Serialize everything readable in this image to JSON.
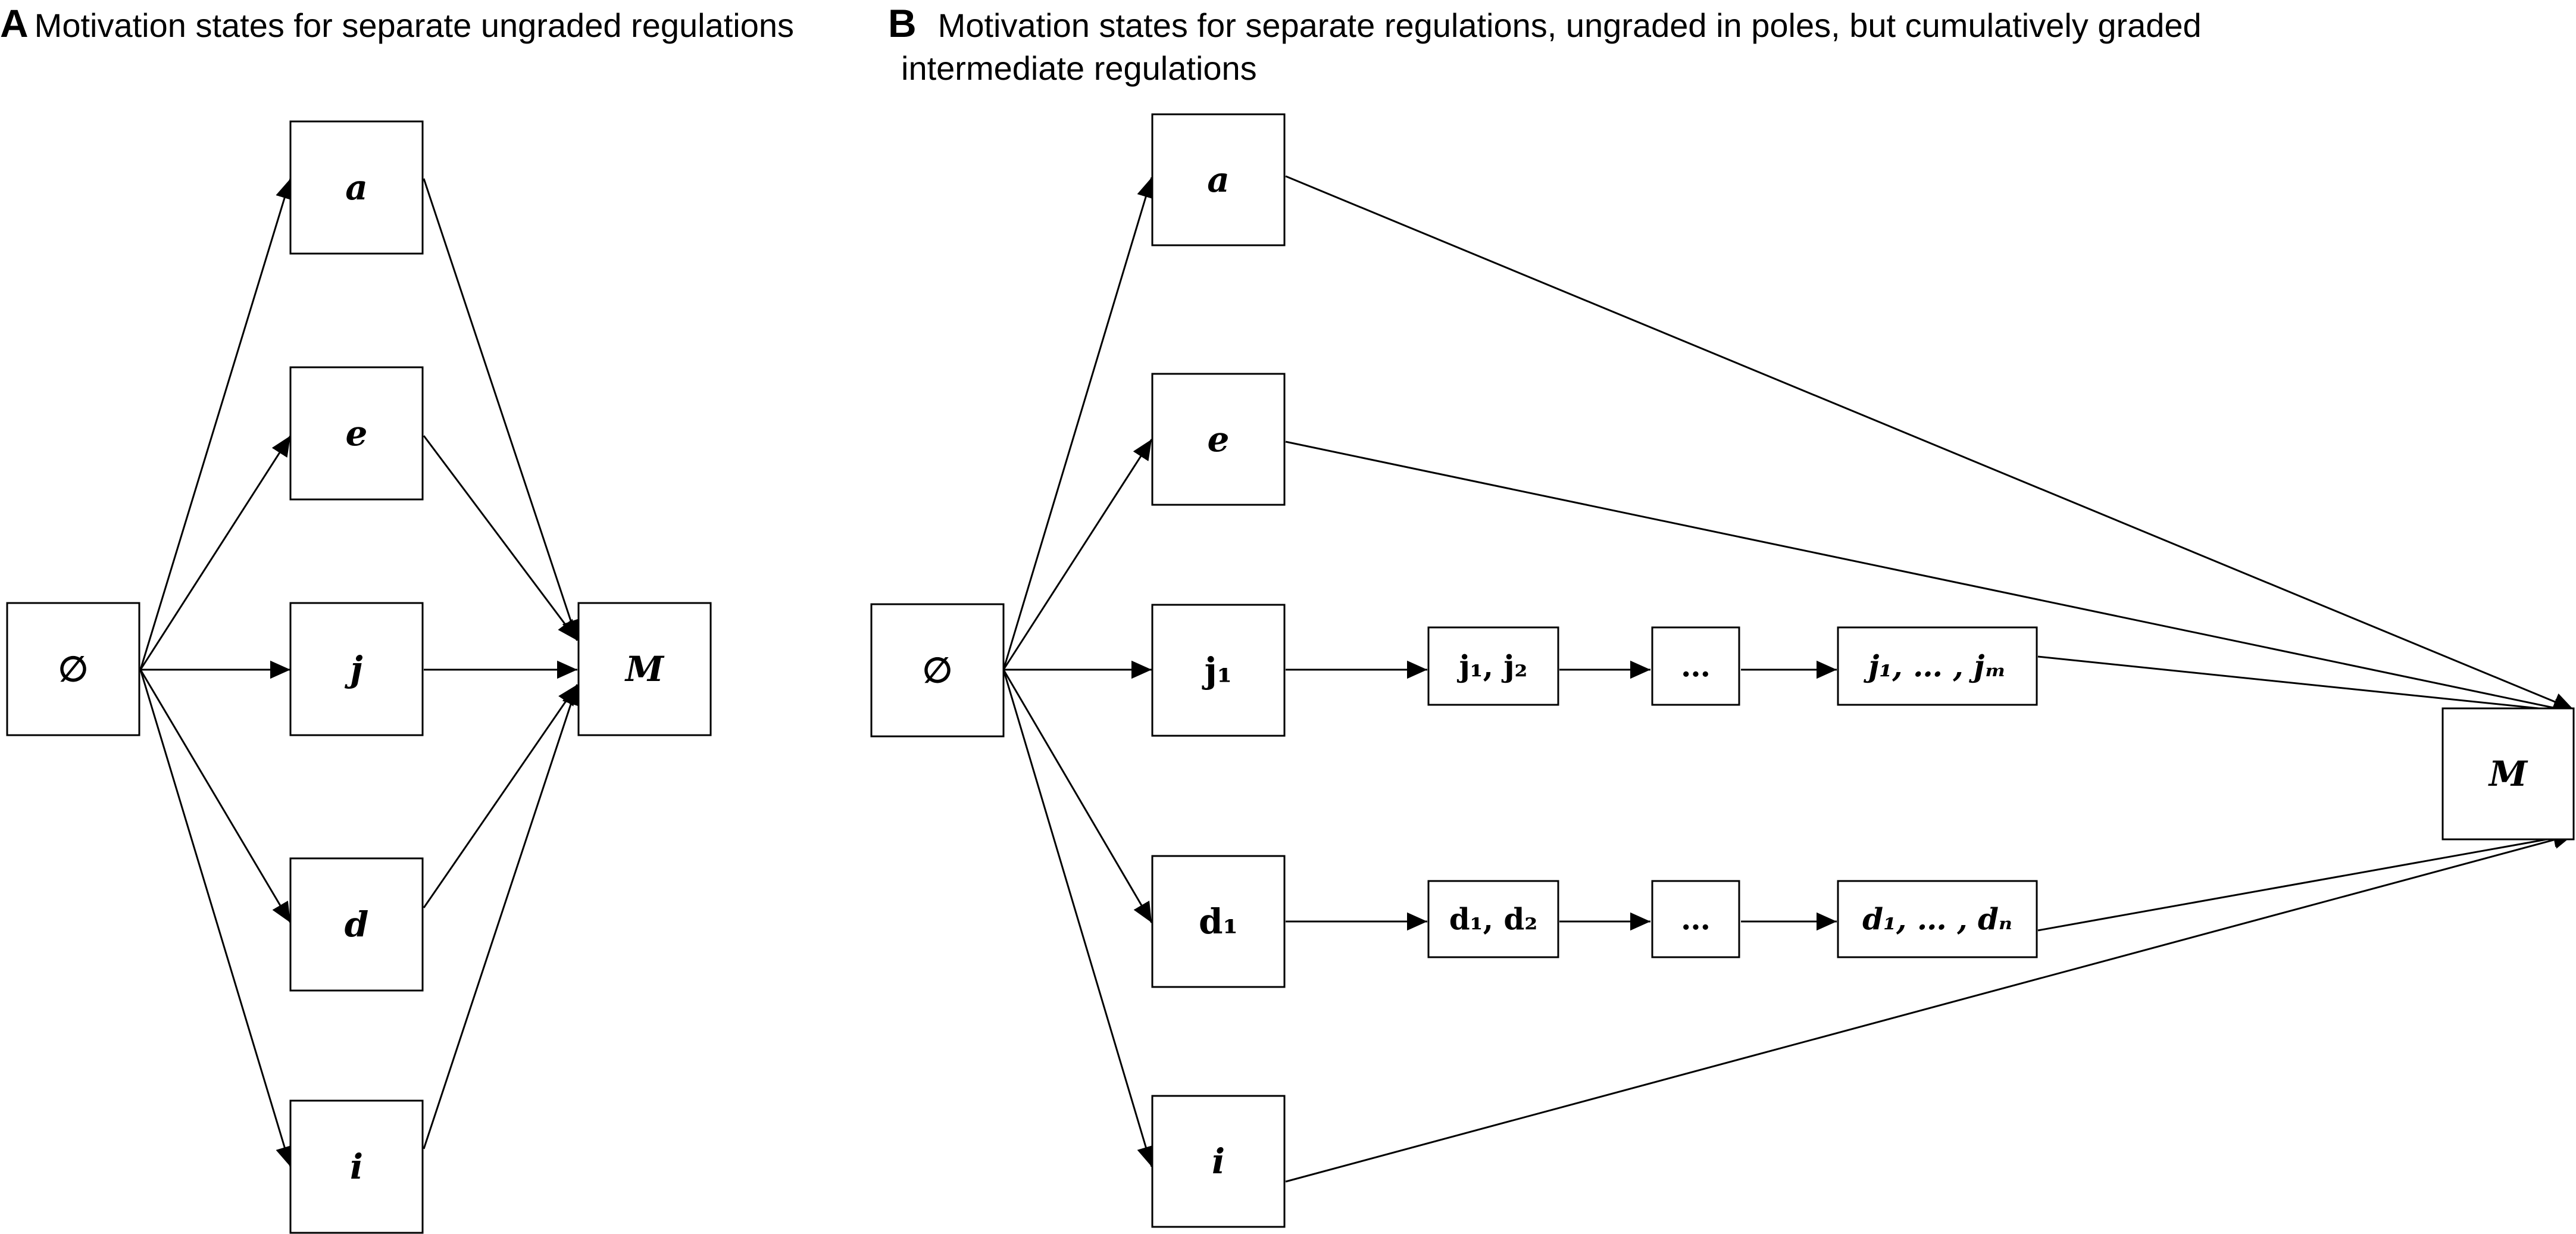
{
  "panels": {
    "a": {
      "letter": "A",
      "title": "Motivation states for separate ungraded regulations"
    },
    "b": {
      "letter": "B",
      "title_line1": "Motivation states for separate regulations, ungraded in poles, but cumulatively graded",
      "title_line2": "intermediate regulations"
    }
  },
  "nodes": {
    "a_empty": "∅",
    "a_a": "a",
    "a_e": "e",
    "a_j": "j",
    "a_d": "d",
    "a_i": "i",
    "a_M": "M",
    "b_empty": "∅",
    "b_a": "a",
    "b_e": "e",
    "b_j1": "j₁",
    "b_j1j2": "j₁, j₂",
    "b_jdots": "…",
    "b_jm": "j₁, … , jₘ",
    "b_d1": "d₁",
    "b_d1d2": "d₁, d₂",
    "b_ddots": "…",
    "b_dn": "d₁, … , dₙ",
    "b_i": "i",
    "b_M": "M"
  },
  "colors": {
    "stroke": "#000000",
    "background": "#ffffff"
  }
}
